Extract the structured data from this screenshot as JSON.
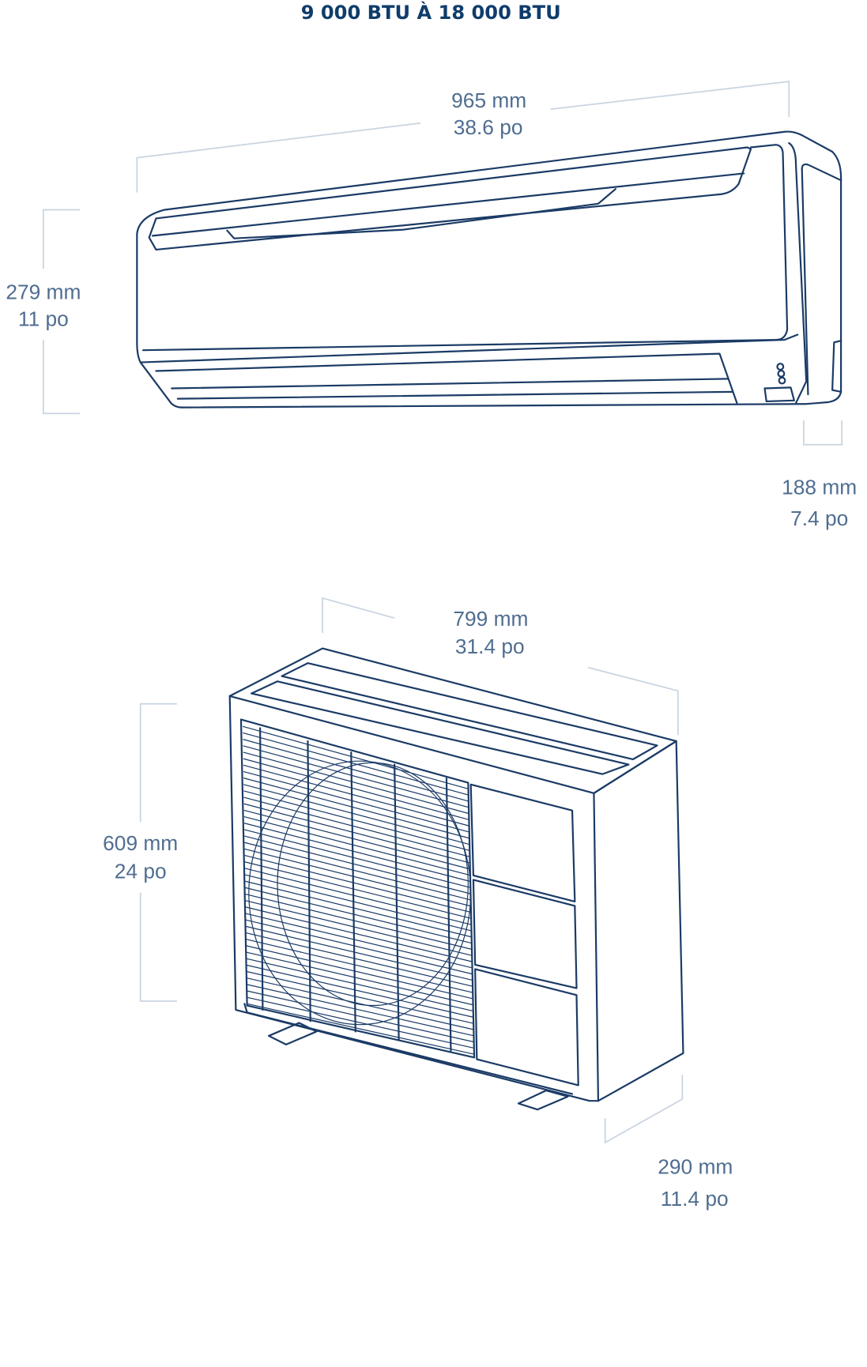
{
  "title": "9 000 BTU À 18 000 BTU",
  "indoor_unit": {
    "width": {
      "mm": "965 mm",
      "in": "38.6 po"
    },
    "height": {
      "mm": "279 mm",
      "in": "11 po"
    },
    "depth": {
      "mm": "188 mm",
      "in": "7.4 po"
    }
  },
  "outdoor_unit": {
    "width": {
      "mm": "799 mm",
      "in": "31.4 po"
    },
    "height": {
      "mm": "609 mm",
      "in": "24 po"
    },
    "depth": {
      "mm": "290 mm",
      "in": "11.4 po"
    }
  },
  "colors": {
    "line": "#1b3b66",
    "dimension": "#c9d4e1",
    "text": "#4f6d90",
    "title": "#0f3d6b"
  }
}
